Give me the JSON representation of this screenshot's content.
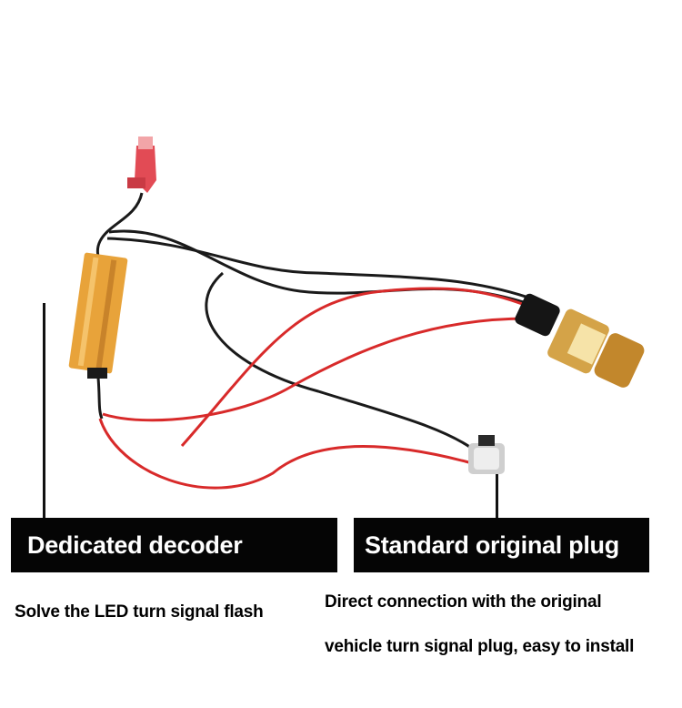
{
  "labels": {
    "left_title": "Dedicated decoder",
    "right_title": "Standard original plug",
    "left_description": "Solve the LED turn signal flash",
    "right_description_line1": "Direct connection with the original",
    "right_description_line2": "vehicle turn signal plug, easy to install"
  },
  "colors": {
    "background": "#ffffff",
    "caption_bar": "#050505",
    "decoder_body": "#e8a33a",
    "wire_red": "#d82a2a",
    "wire_black": "#1a1a1a",
    "connector_red": "#e04a50"
  }
}
